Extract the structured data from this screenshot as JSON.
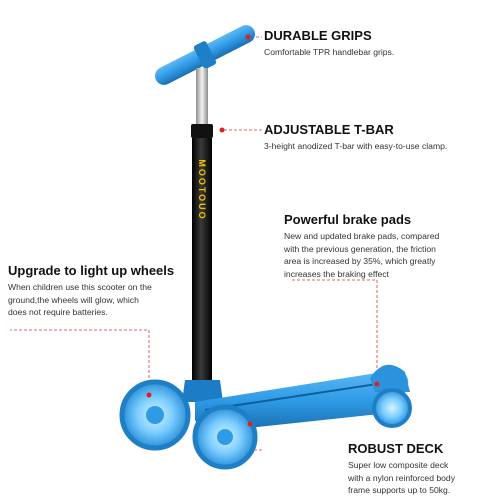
{
  "callouts": {
    "grips": {
      "title": "DURABLE GRIPS",
      "lines": [
        "Comfortable TPR handlebar grips."
      ]
    },
    "tbar": {
      "title": "ADJUSTABLE T-BAR",
      "lines": [
        "3-height anodized T-bar with easy-to-use clamp."
      ]
    },
    "brake": {
      "title": "Powerful brake pads",
      "lines": [
        "New and updated brake pads, compared",
        "with the previous generation, the  friction",
        "area is increased by 35%, which greatly",
        "increases the braking effect"
      ]
    },
    "lights": {
      "title": "Upgrade to light up wheels",
      "lines": [
        "When children use this scooter on the",
        "ground,the wheels will glow, which",
        "does not require batteries."
      ]
    },
    "deck": {
      "title": "ROBUST DECK",
      "lines": [
        "Super low composite deck",
        "with a nylon reinforced body",
        "frame supports up to 50kg."
      ]
    }
  },
  "stem_letters": "MOOTOUO",
  "colors": {
    "scooter_blue": "#2f9be6",
    "stem_black": "#111111",
    "marker_red": "#e02020",
    "leader_red": "#d23a3a"
  }
}
